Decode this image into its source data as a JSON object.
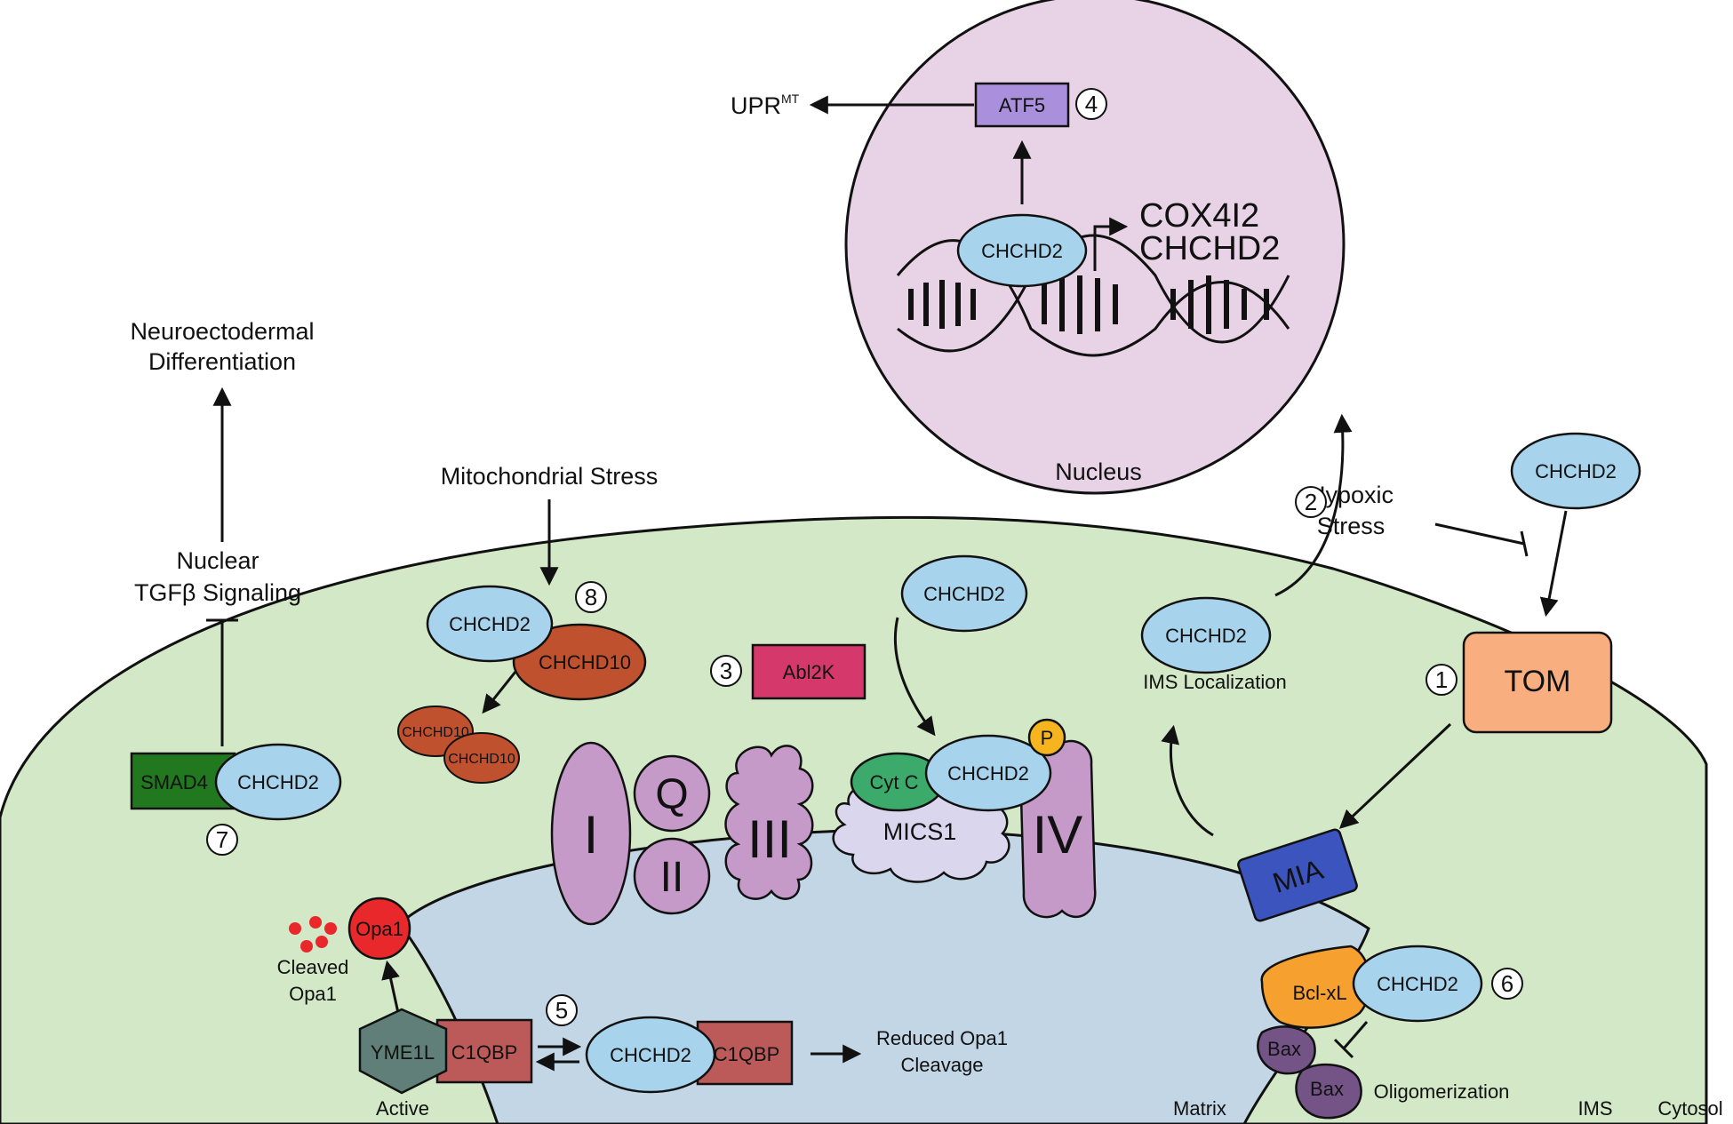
{
  "nucleus": {
    "label": "Nucleus",
    "atf5": "ATF5",
    "upr": "UPR",
    "upr_sup": "MT",
    "step4": "4",
    "chchd2": "CHCHD2",
    "gene1": "COX4I2",
    "gene2": "CHCHD2"
  },
  "neuro": {
    "line1": "Neuroectodermal",
    "line2": "Differentiation",
    "tgf1": "Nuclear",
    "tgf2": "TGFβ Signaling",
    "smad4": "SMAD4",
    "chchd2": "CHCHD2",
    "step7": "7"
  },
  "stress": {
    "label": "Mitochondrial Stress",
    "chchd2": "CHCHD2",
    "chchd10": "CHCHD10",
    "chchd10_a": "CHCHD10",
    "chchd10_b": "CHCHD10",
    "step8": "8"
  },
  "abl": {
    "step3": "3",
    "label": "Abl2K"
  },
  "etc": {
    "complex1": "I",
    "q": "Q",
    "complex2": "II",
    "complex3": "III",
    "complex4": "IV",
    "cytc": "Cyt C",
    "mics1": "MICS1",
    "chchd2_free": "CHCHD2",
    "chchd2_bound": "CHCHD2",
    "p": "P"
  },
  "import": {
    "step2": "2",
    "hypoxic1": "Hypoxic",
    "hypoxic2": "Stress",
    "chchd2_cyto": "CHCHD2",
    "chchd2_ims": "CHCHD2",
    "ims_loc": "IMS Localization",
    "tom": "TOM",
    "step1": "1",
    "mia": "MIA"
  },
  "opa": {
    "opa1": "Opa1",
    "cleaved1": "Cleaved",
    "cleaved2": "Opa1",
    "yme1l": "YME1L",
    "c1qbp": "C1QBP",
    "active": "Active",
    "step5": "5",
    "chchd2": "CHCHD2",
    "c1qbp2": "C1QBP",
    "reduced1": "Reduced Opa1",
    "reduced2": "Cleavage"
  },
  "apop": {
    "bclxl": "Bcl-xL",
    "chchd2": "CHCHD2",
    "step6": "6",
    "bax1": "Bax",
    "bax2": "Bax",
    "oligo": "Oligomerization"
  },
  "regions": {
    "matrix": "Matrix",
    "ims": "IMS",
    "cytosol": "Cytosol"
  },
  "colors": {
    "nucleus": "#e8d3e6",
    "ims": "#d2e8c6",
    "matrix": "#c3d6e6",
    "chchd2": "#a8d3ec",
    "chchd10": "#c0512e",
    "complex": "#c59ac9",
    "atf5": "#a98fdc",
    "abl2k": "#d5386a",
    "tom": "#f9ae80",
    "mia": "#3b54be",
    "smad4": "#22781e",
    "opa1": "#e8282a",
    "yme1l": "#5f7f78",
    "c1qbp": "#bc5a5a",
    "bclxl": "#f6a030",
    "bax": "#745487",
    "phospho": "#f6b51e",
    "cytc": "#3caa6a",
    "mics1": "#dad6ed"
  }
}
